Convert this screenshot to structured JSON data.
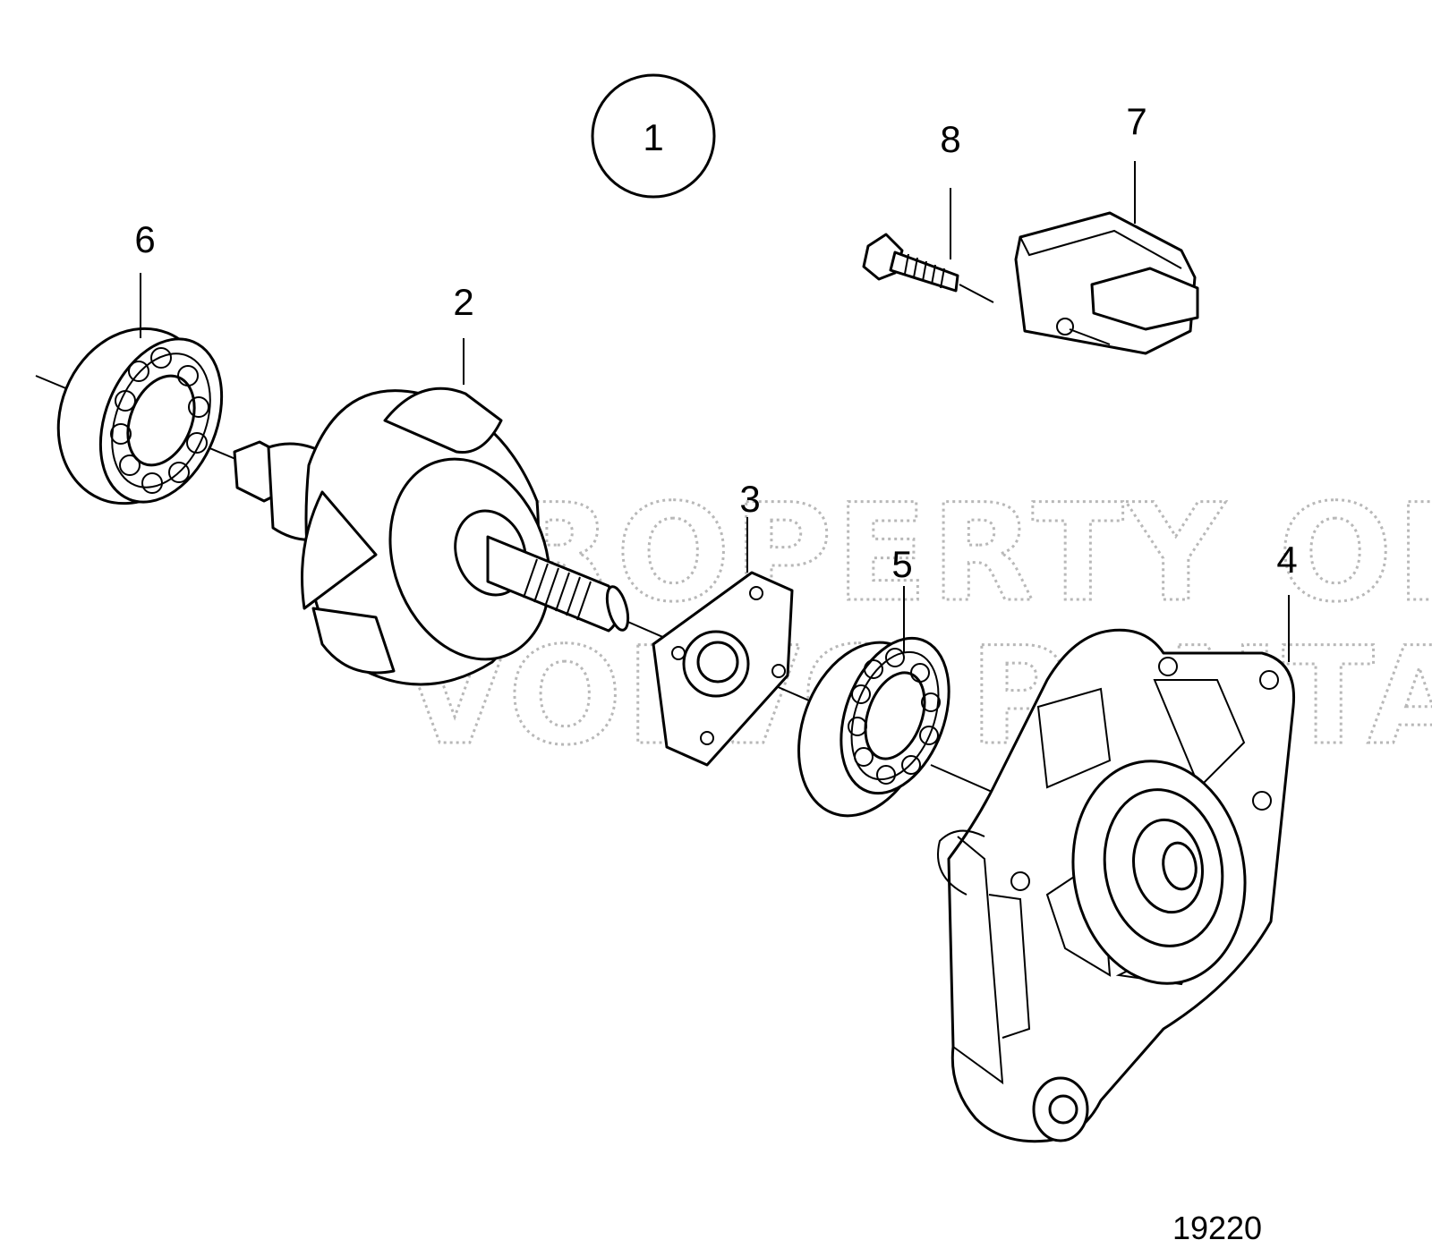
{
  "assembly_ref": "1",
  "callouts": [
    {
      "id": "2",
      "text": "2"
    },
    {
      "id": "3",
      "text": "3"
    },
    {
      "id": "4",
      "text": "4"
    },
    {
      "id": "5",
      "text": "5"
    },
    {
      "id": "6",
      "text": "6"
    },
    {
      "id": "7",
      "text": "7"
    },
    {
      "id": "8",
      "text": "8"
    }
  ],
  "watermark": {
    "line1": "PROPERTY OF",
    "line2": "VOLVO PENTA"
  },
  "figure_number": "19220"
}
